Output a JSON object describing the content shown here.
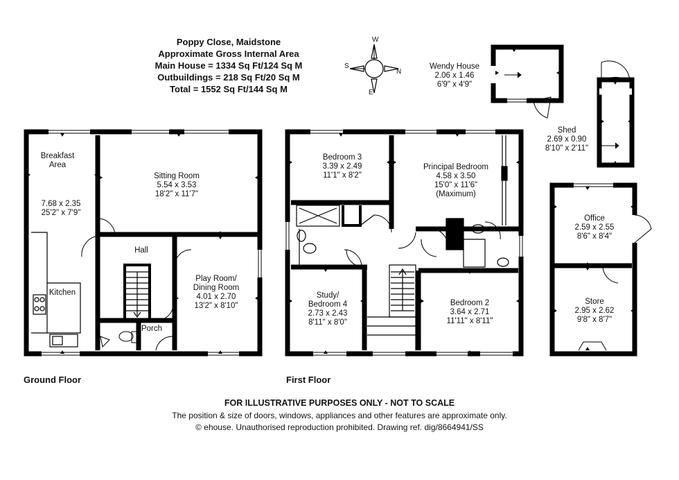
{
  "header": {
    "title": "Poppy Close, Maidstone",
    "area_label": "Approximate Gross Internal Area",
    "main_house": "Main House = 1334 Sq Ft/124 Sq M",
    "outbuildings": "Outbuildings = 218 Sq Ft/20 Sq M",
    "total": "Total = 1552 Sq Ft/144 Sq M"
  },
  "compass": {
    "w": "W",
    "s": "S",
    "n": "N",
    "e": "E"
  },
  "floors": {
    "ground": "Ground Floor",
    "first": "First Floor"
  },
  "rooms": {
    "breakfast": {
      "name": "Breakfast",
      "name2": "Area",
      "metric": "7.68 x 2.35",
      "imperial": "25'2\" x 7'9\""
    },
    "kitchen": {
      "name": "Kitchen"
    },
    "sitting": {
      "name": "Sitting Room",
      "metric": "5.54 x 3.53",
      "imperial": "18'2\" x 11'7\""
    },
    "hall": {
      "name": "Hall"
    },
    "playroom": {
      "name": "Play Room/",
      "name2": "Dining Room",
      "metric": "4.01 x 2.70",
      "imperial": "13'2\" x 8'10\""
    },
    "porch": {
      "name": "Porch"
    },
    "bedroom3": {
      "name": "Bedroom 3",
      "metric": "3.39 x 2.49",
      "imperial": "11'1\" x 8'2\""
    },
    "principal": {
      "name": "Principal Bedroom",
      "metric": "4.58 x 3.50",
      "imperial": "15'0\" x 11'6\"",
      "note": "(Maximum)"
    },
    "study": {
      "name": "Study/",
      "name2": "Bedroom 4",
      "metric": "2.73 x 2.43",
      "imperial": "8'11\" x 8'0\""
    },
    "bedroom2": {
      "name": "Bedroom 2",
      "metric": "3.64 x 2.71",
      "imperial": "11'11\" x 8'11\""
    },
    "wendy": {
      "name": "Wendy House",
      "metric": "2.06 x 1.46",
      "imperial": "6'9\" x 4'9\""
    },
    "shed": {
      "name": "Shed",
      "metric": "2.69 x 0.90",
      "imperial": "8'10\" x 2'11\""
    },
    "office": {
      "name": "Office",
      "metric": "2.59 x 2.55",
      "imperial": "8'6\" x 8'4\""
    },
    "store": {
      "name": "Store",
      "metric": "2.95 x 2.62",
      "imperial": "9'8\" x 8'7\""
    }
  },
  "footer": {
    "line1": "FOR ILLUSTRATIVE PURPOSES ONLY - NOT TO SCALE",
    "line2": "The position & size of doors, windows, appliances and other features are approximate only.",
    "line3": "© ehouse. Unauthorised reproduction prohibited. Drawing ref. dig/8664941/SS"
  }
}
